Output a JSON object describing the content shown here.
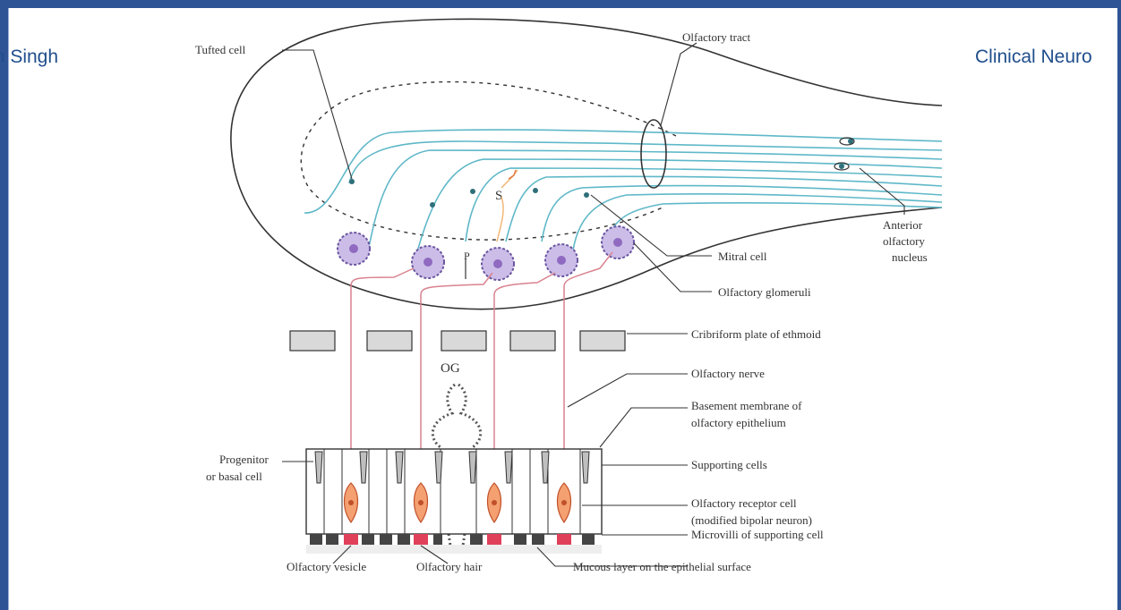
{
  "header": {
    "left_text": "m Singh",
    "right_text": "Clinical Neuro"
  },
  "diagram": {
    "labels": {
      "tufted_cell": "Tufted cell",
      "olfactory_tract": "Olfactory tract",
      "anterior_olfactory_nucleus_1": "Anterior",
      "anterior_olfactory_nucleus_2": "olfactory",
      "anterior_olfactory_nucleus_3": "nucleus",
      "mitral_cell": "Mitral cell",
      "olfactory_glomeruli": "Olfactory glomeruli",
      "cribriform_plate": "Cribriform  plate of ethmoid",
      "olfactory_nerve": "Olfactory nerve",
      "basement_membrane_1": "Basement membrane of",
      "basement_membrane_2": "olfactory epithelium",
      "supporting_cells": "Supporting cells",
      "receptor_cell_1": "Olfactory receptor cell",
      "receptor_cell_2": "(modified bipolar neuron)",
      "microvilli": "Microvilli of supporting cell",
      "mucous_layer": "Mucous layer on the epithelial surface",
      "progenitor_1": "Progenitor",
      "progenitor_2": "or basal cell",
      "olfactory_vesicle": "Olfactory vesicle",
      "olfactory_hair": "Olfactory hair",
      "og": "OG",
      "s": "S",
      "p": "P"
    },
    "colors": {
      "fiber": "#5fb8c8",
      "axon": "#d9828f",
      "glomerulus": "#9a82c4",
      "receptor": "#e8825a",
      "outline": "#333333"
    }
  }
}
